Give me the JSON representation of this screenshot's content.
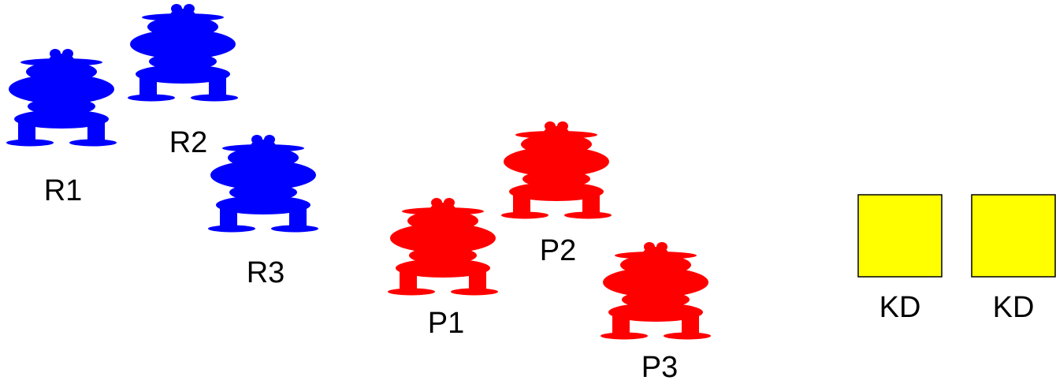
{
  "colors": {
    "robot_team_r": "#0000ff",
    "robot_team_p": "#ff0000",
    "kd_box_fill": "#ffff00",
    "kd_box_stroke": "#000000",
    "background": "#ffffff"
  },
  "robots": [
    {
      "label": "R1",
      "team": "r",
      "icon": "robot-icon"
    },
    {
      "label": "R2",
      "team": "r",
      "icon": "robot-icon"
    },
    {
      "label": "R3",
      "team": "r",
      "icon": "robot-icon"
    },
    {
      "label": "P1",
      "team": "p",
      "icon": "robot-icon"
    },
    {
      "label": "P2",
      "team": "p",
      "icon": "robot-icon"
    },
    {
      "label": "P3",
      "team": "p",
      "icon": "robot-icon"
    }
  ],
  "kd_boxes": [
    {
      "label": "KD"
    },
    {
      "label": "KD"
    }
  ]
}
